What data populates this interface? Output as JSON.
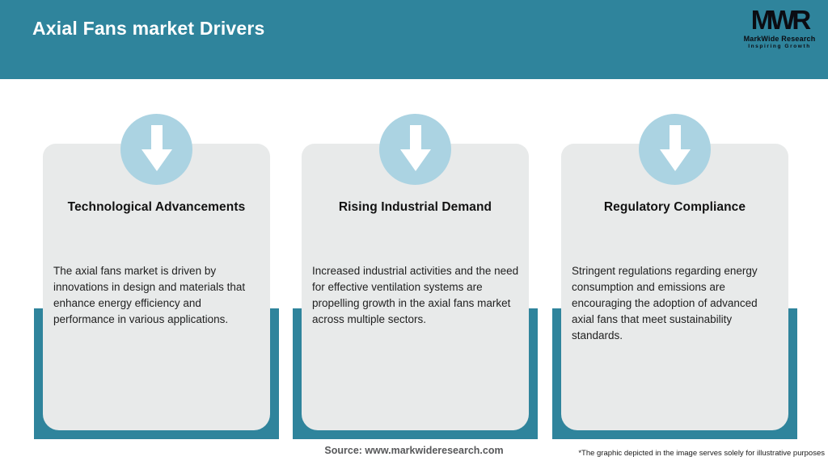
{
  "header": {
    "title": "Axial Fans market Drivers",
    "logo": {
      "acronym": "MWR",
      "name": "MarkWide Research",
      "tagline": "Inspiring Growth"
    }
  },
  "cards": [
    {
      "icon": "arrow-down-icon",
      "title": "Technological Advancements",
      "body": "The axial fans market is driven by innovations in design and materials that enhance energy efficiency and performance in various applications."
    },
    {
      "icon": "arrow-down-icon",
      "title": "Rising Industrial Demand",
      "body": "Increased industrial activities and the need for effective ventilation systems are propelling growth in the axial fans market across multiple sectors."
    },
    {
      "icon": "arrow-down-icon",
      "title": "Regulatory Compliance",
      "body": "Stringent regulations regarding energy consumption and emissions are encouraging the adoption of advanced axial fans that meet sustainability standards."
    }
  ],
  "footer": {
    "source": "Source: www.markwideresearch.com",
    "disclaimer": "*The graphic depicted in the image serves solely for illustrative purposes"
  },
  "colors": {
    "teal": "#2f849c",
    "card_background": "#e8eaea",
    "circle_blue": "#abd3e2",
    "title_text": "#121212",
    "body_text": "#212121",
    "source_text": "#57585a"
  }
}
